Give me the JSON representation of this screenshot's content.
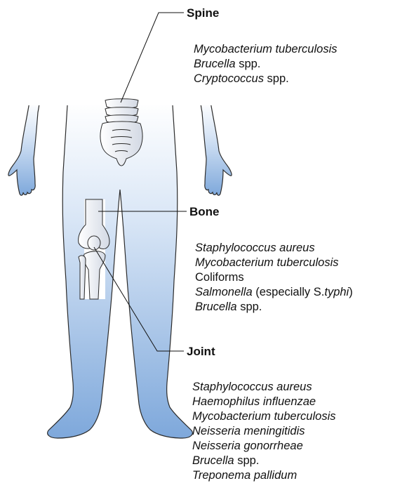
{
  "sections": [
    {
      "id": "spine",
      "title": "Spine",
      "organisms": [
        [
          {
            "t": "Mycobacterium tuberculosis",
            "i": true
          }
        ],
        [
          {
            "t": "Brucella",
            "i": true
          },
          {
            "t": " spp.",
            "i": false
          }
        ],
        [
          {
            "t": "Cryptococcus",
            "i": true
          },
          {
            "t": " spp.",
            "i": false
          }
        ]
      ]
    },
    {
      "id": "bone",
      "title": "Bone",
      "organisms": [
        [
          {
            "t": "Staphylococcus aureus",
            "i": true
          }
        ],
        [
          {
            "t": "Mycobacterium tuberculosis",
            "i": true
          }
        ],
        [
          {
            "t": "Coliforms",
            "i": false
          }
        ],
        [
          {
            "t": "Salmonella",
            "i": true
          },
          {
            "t": " (especially S.",
            "i": false
          },
          {
            "t": "typhi",
            "i": true
          },
          {
            "t": ")",
            "i": false
          }
        ],
        [
          {
            "t": "Brucella",
            "i": true
          },
          {
            "t": " spp.",
            "i": false
          }
        ]
      ]
    },
    {
      "id": "joint",
      "title": "Joint",
      "organisms": [
        [
          {
            "t": "Staphylococcus aureus",
            "i": true
          }
        ],
        [
          {
            "t": "Haemophilus influenzae",
            "i": true
          }
        ],
        [
          {
            "t": "Mycobacterium tuberculosis",
            "i": true
          }
        ],
        [
          {
            "t": "Neisseria meningitidis",
            "i": true
          }
        ],
        [
          {
            "t": "Neisseria gonorrheae",
            "i": true
          }
        ],
        [
          {
            "t": "Brucella",
            "i": true
          },
          {
            "t": " spp.",
            "i": false
          }
        ],
        [
          {
            "t": "Treponema pallidum",
            "i": true
          }
        ]
      ]
    }
  ],
  "colors": {
    "body_top": "#ffffff",
    "body_bottom": "#7ea8db",
    "outline": "#2b2b2b",
    "bone_fill": "#ffffff",
    "bone_shade": "#cfd6e2"
  }
}
